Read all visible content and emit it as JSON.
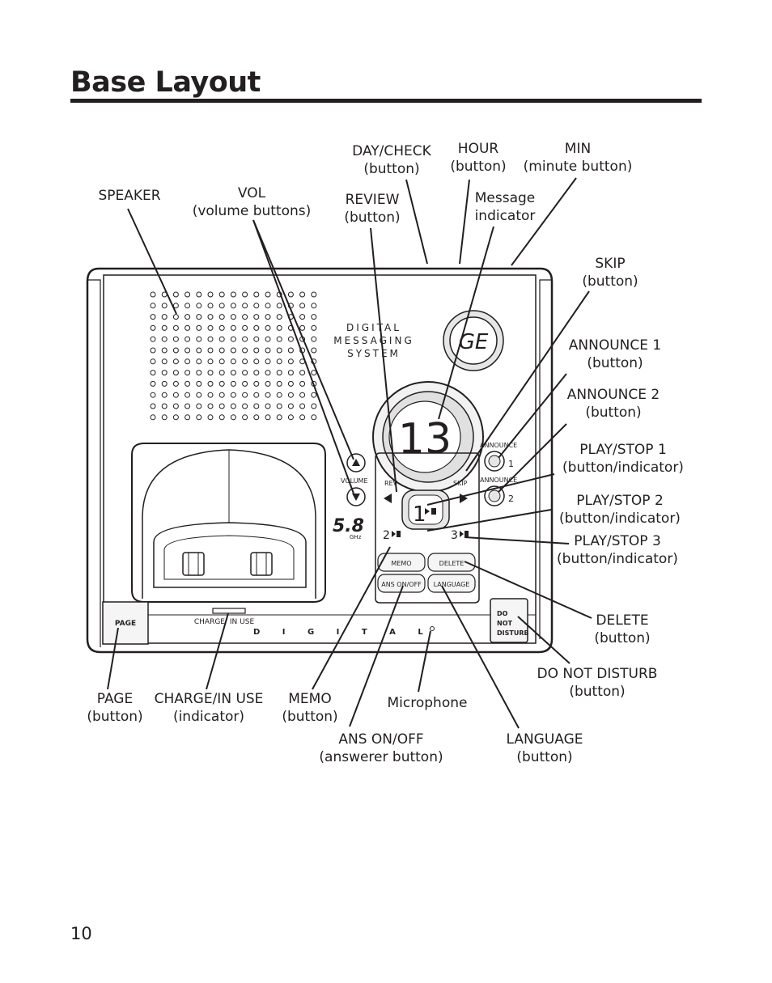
{
  "page": {
    "title": "Base Layout",
    "page_number": "10"
  },
  "device": {
    "brand_text": "DIGITAL MESSAGING SYSTEM",
    "brand_line1": "DIGITAL",
    "brand_line2": "MESSAGING",
    "brand_line3": "SYSTEM",
    "logo": "GE",
    "display_value": "13",
    "volume_label": "VOLUME",
    "freq_label": "5.8",
    "freq_unit": "GHz",
    "rev_label": "REV",
    "skip_label": "SKIP",
    "announce1_label": "ANNOUNCE",
    "announce1_num": "1",
    "announce2_label": "ANNOUNCE",
    "announce2_num": "2",
    "play1_num": "1",
    "play2_num": "2",
    "play3_num": "3",
    "memo_label": "MEMO",
    "delete_label": "DELETE",
    "ans_label": "ANS ON/OFF",
    "language_label": "LANGUAGE",
    "page_btn_label": "PAGE",
    "charge_label": "CHARGE/ IN USE",
    "digital_label": "D I G I T A L",
    "dnd_line1": "DO",
    "dnd_line2": "NOT",
    "dnd_line3": "DISTURB"
  },
  "callouts": {
    "day_check": [
      "DAY/CHECK",
      "(button)"
    ],
    "hour": [
      "HOUR",
      "(button)"
    ],
    "min": [
      "MIN",
      "(minute button)"
    ],
    "speaker": [
      "SPEAKER"
    ],
    "vol": [
      "VOL",
      "(volume buttons)"
    ],
    "review": [
      "REVIEW",
      "(button)"
    ],
    "message": [
      "Message",
      "indicator"
    ],
    "skip": [
      "SKIP",
      "(button)"
    ],
    "announce1": [
      "ANNOUNCE 1",
      "(button)"
    ],
    "announce2": [
      "ANNOUNCE 2",
      "(button)"
    ],
    "play1": [
      "PLAY/STOP 1",
      "(button/indicator)"
    ],
    "play2": [
      "PLAY/STOP 2",
      "(button/indicator)"
    ],
    "play3": [
      "PLAY/STOP 3",
      "(button/indicator)"
    ],
    "delete": [
      "DELETE",
      "(button)"
    ],
    "dnd": [
      "DO NOT DISTURB",
      "(button)"
    ],
    "page": [
      "PAGE",
      "(button)"
    ],
    "charge": [
      "CHARGE/IN USE",
      "(indicator)"
    ],
    "memo": [
      "MEMO",
      "(button)"
    ],
    "microphone": [
      "Microphone"
    ],
    "ans": [
      "ANS ON/OFF",
      "(answerer button)"
    ],
    "language": [
      "LANGUAGE",
      "(button)"
    ]
  }
}
